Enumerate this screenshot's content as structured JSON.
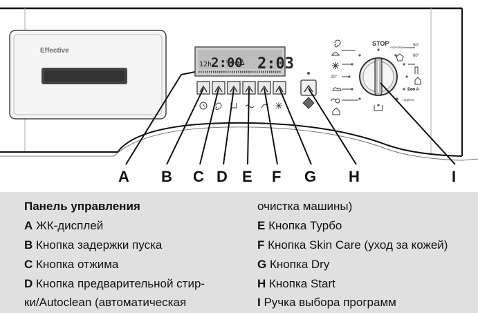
{
  "panel": {
    "brand": "Effective",
    "lcd": {
      "delay": "12h",
      "time": "2:00",
      "spin": "2:03"
    },
    "dial": {
      "stop": "STOP",
      "autoclean": "Autoclean",
      "t90": "90°",
      "t60": "60°",
      "t20": "20°",
      "eco": "Eco A",
      "hygienic": "Hygienic"
    }
  },
  "callouts": [
    "A",
    "B",
    "C",
    "D",
    "E",
    "F",
    "G",
    "H",
    "I"
  ],
  "legend": {
    "title": "Панель управления",
    "items": [
      {
        "letter": "A",
        "text": " ЖК-дисплей"
      },
      {
        "letter": "B",
        "text": " Кнопка задержки пуска"
      },
      {
        "letter": "C",
        "text": "  Кнопка отжима"
      },
      {
        "letter": "D",
        "text": " Кнопка предварительной стир-"
      },
      {
        "letter": "",
        "text": "ки/Autoclean  (автоматическая"
      },
      {
        "letter": "",
        "text": "очистка машины)"
      },
      {
        "letter": "E",
        "text": " Кнопка Турбо"
      },
      {
        "letter": "F",
        "text": "  Кнопка Skin Care (уход за кожей)"
      },
      {
        "letter": "G",
        "text": " Кнопка Dry"
      },
      {
        "letter": "H",
        "text": " Кнопка Start"
      },
      {
        "letter": "I",
        "text": " Ручка выбора программ"
      }
    ]
  }
}
